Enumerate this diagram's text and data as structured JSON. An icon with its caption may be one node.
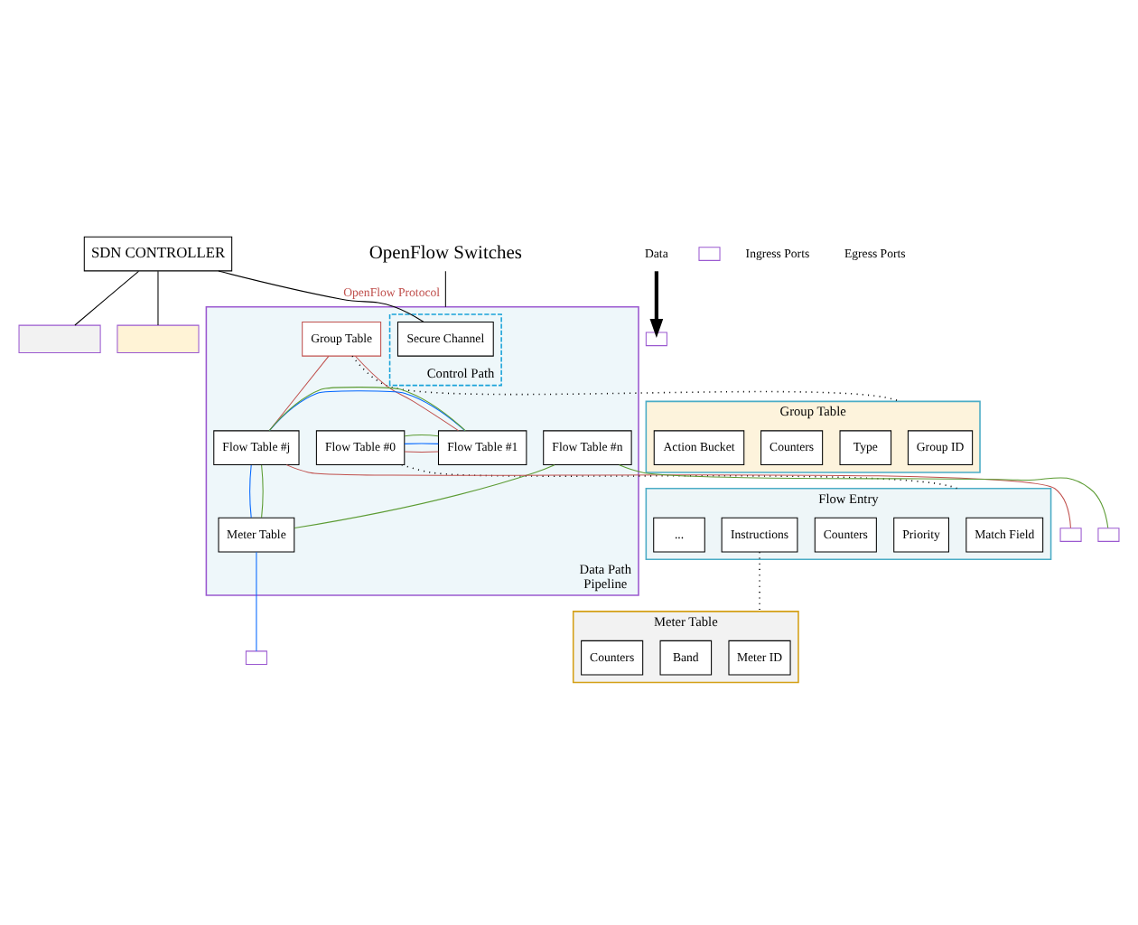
{
  "diagram": {
    "nodes": [
      {
        "text": [
          "SDN CONTROLLER"
        ]
      },
      {
        "text": [
          "OpenFlow Switches"
        ]
      },
      {
        "text": [],
        "shape": "box"
      },
      {
        "text": [],
        "shape": "box"
      },
      {
        "text": [
          "Data Path",
          "Pipeline"
        ]
      },
      {
        "text": [
          "Control Path"
        ],
        "in": 4
      },
      {
        "text": [
          "Secure Channel"
        ],
        "in": 5
      },
      {
        "text": [
          "Group Table"
        ],
        "in": 4
      },
      {
        "text": [
          "Meter Table"
        ],
        "in": 4
      },
      {
        "text": [
          "Data"
        ]
      },
      {
        "text": [],
        "shape": "box"
      },
      {
        "text": [],
        "shape": "box"
      },
      {
        "text": [
          "Flow Table #0"
        ],
        "in": 4
      },
      {
        "text": [
          "Flow Table #1"
        ],
        "in": 4
      },
      {
        "text": [
          "Flow Table #j"
        ],
        "in": 4
      },
      {
        "text": [
          "Flow Table #n"
        ],
        "in": 4
      },
      {
        "text": [],
        "shape": "box"
      },
      {
        "text": [],
        "shape": "box"
      },
      {
        "text": [],
        "shape": "box"
      },
      {
        "text": [
          "Flow Entry"
        ]
      },
      {
        "text": [
          "Match Field"
        ],
        "in": 19
      },
      {
        "text": [
          "Priority"
        ],
        "in": 19
      },
      {
        "text": [
          "Counters"
        ],
        "in": 19
      },
      {
        "text": [
          "Instructions"
        ],
        "in": 19
      },
      {
        "text": [
          "..."
        ],
        "in": 19
      },
      {
        "text": [
          "Group Table"
        ]
      },
      {
        "text": [
          "Group ID"
        ],
        "in": 25
      },
      {
        "text": [
          "Type"
        ],
        "in": 25
      },
      {
        "text": [
          "Counters"
        ],
        "in": 25
      },
      {
        "text": [
          "Action Bucket"
        ],
        "in": 25
      },
      {
        "text": [
          "Meter Table"
        ]
      },
      {
        "text": [
          "Meter ID"
        ],
        "in": 30
      },
      {
        "text": [
          "Band"
        ],
        "in": 30
      },
      {
        "text": [
          "Counters"
        ],
        "in": 30
      }
    ],
    "edges": [
      {
        "from": 0,
        "to": 6,
        "arrow": "none",
        "label": "OpenFlow Protocol"
      },
      {
        "from": 0,
        "to": 3,
        "arrow": "none"
      },
      {
        "from": 0,
        "to": 2,
        "arrow": "none"
      },
      {
        "from": 1,
        "to": 4,
        "arrow": "none"
      },
      {
        "from": 9,
        "to": 10,
        "arrow": "to",
        "style": "thick"
      },
      {
        "from": 12,
        "to": 13,
        "arrow": "none",
        "color": "#c0504d"
      },
      {
        "from": 12,
        "to": 13,
        "arrow": "none",
        "color": "#0066ff"
      },
      {
        "from": 12,
        "to": 13,
        "arrow": "none",
        "color": "#5b9b32"
      },
      {
        "from": 13,
        "to": 7,
        "arrow": "none",
        "color": "#c0504d"
      },
      {
        "from": 7,
        "to": 14,
        "arrow": "none",
        "color": "#c0504d"
      },
      {
        "from": 13,
        "to": 14,
        "arrow": "none",
        "color": "#0066ff"
      },
      {
        "from": 13,
        "to": 14,
        "arrow": "none",
        "color": "#5b9b32"
      },
      {
        "from": 14,
        "to": 8,
        "arrow": "none",
        "color": "#0066ff"
      },
      {
        "from": 8,
        "to": 16,
        "arrow": "none",
        "color": "#0066ff"
      },
      {
        "from": 14,
        "to": 8,
        "arrow": "none",
        "color": "#5b9b32"
      },
      {
        "from": 8,
        "to": 15,
        "arrow": "none",
        "color": "#5b9b32"
      },
      {
        "from": 14,
        "to": 17,
        "arrow": "none",
        "color": "#c0504d"
      },
      {
        "from": 15,
        "to": 18,
        "arrow": "none",
        "color": "#5b9b32"
      },
      {
        "from": 12,
        "to": 19,
        "arrow": "none",
        "style": "dashed"
      },
      {
        "from": 7,
        "to": 25,
        "arrow": "none",
        "style": "dashed"
      },
      {
        "from": 23,
        "to": 30,
        "arrow": "none",
        "style": "dashed"
      }
    ],
    "labels": [
      "Ingress Ports",
      "Egress Ports"
    ]
  }
}
